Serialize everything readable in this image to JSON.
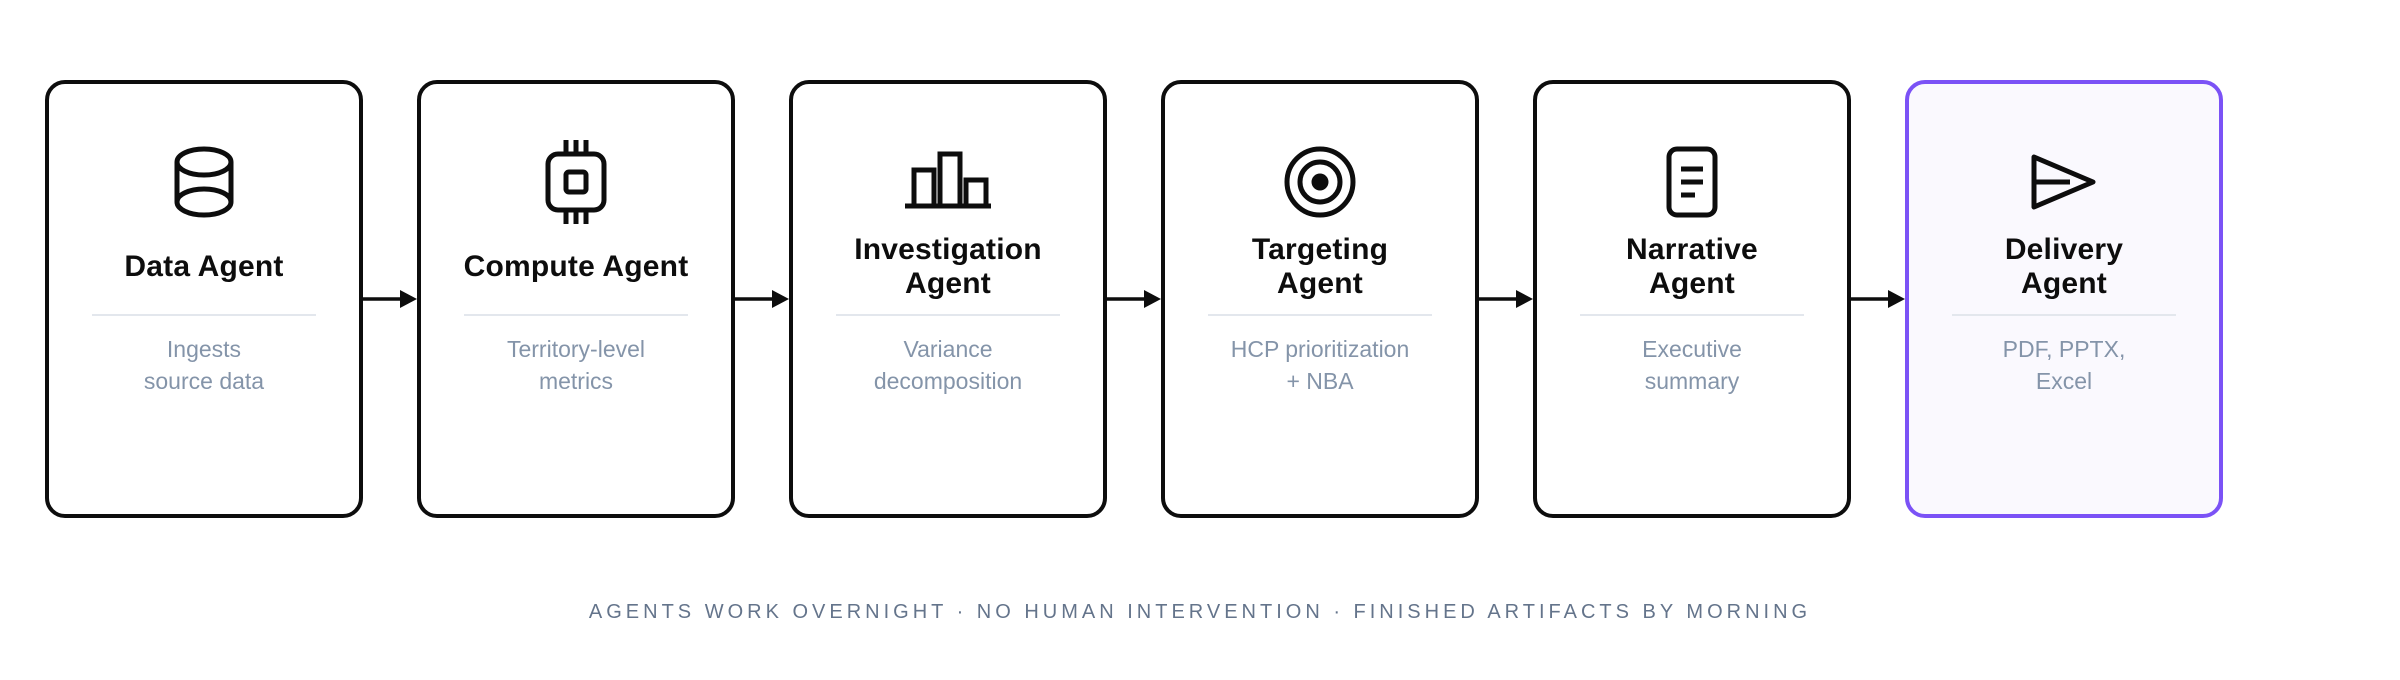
{
  "page": {
    "tagline": "AGENTS WORK OVERNIGHT · NO HUMAN INTERVENTION · FINISHED ARTIFACTS BY MORNING"
  },
  "colors": {
    "accent": "#7b52f6",
    "highlight_bg": "#faf9fe",
    "card_border": "#0d0d0d",
    "divider": "#e3e7ed",
    "subtitle": "#8494a9",
    "tagline": "#64748b"
  },
  "cards": [
    {
      "title": "Data Agent",
      "subtitle": "Ingests\nsource data",
      "icon": "database-icon",
      "highlighted": false
    },
    {
      "title": "Compute Agent",
      "subtitle": "Territory-level\nmetrics",
      "icon": "cpu-icon",
      "highlighted": false
    },
    {
      "title": "Investigation\nAgent",
      "subtitle": "Variance\ndecomposition",
      "icon": "bar-chart-icon",
      "highlighted": false
    },
    {
      "title": "Targeting\nAgent",
      "subtitle": "HCP prioritization\n+ NBA",
      "icon": "target-icon",
      "highlighted": false
    },
    {
      "title": "Narrative\nAgent",
      "subtitle": "Executive\nsummary",
      "icon": "document-icon",
      "highlighted": false
    },
    {
      "title": "Delivery\nAgent",
      "subtitle": "PDF, PPTX,\nExcel",
      "icon": "send-icon",
      "highlighted": true
    }
  ]
}
